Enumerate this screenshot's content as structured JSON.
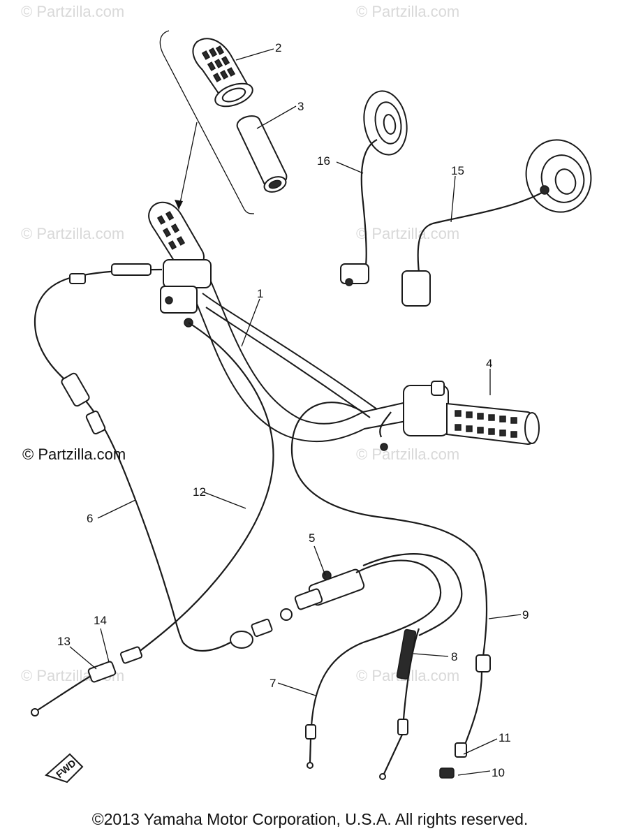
{
  "watermarks": [
    "© Partzilla.com",
    "© Partzilla.com",
    "© Partzilla.com",
    "© Partzilla.com",
    "© Partzilla.com",
    "© Partzilla.com",
    "© Partzilla.com"
  ],
  "copyright_main": "© Partzilla.com",
  "callouts": [
    "1",
    "2",
    "3",
    "4",
    "5",
    "6",
    "7",
    "8",
    "9",
    "10",
    "11",
    "12",
    "13",
    "14",
    "15",
    "16"
  ],
  "fwd_label": "FWD",
  "footer": "©2013  Yamaha Motor Corporation, U.S.A. All rights reserved.",
  "colors": {
    "line": "#1a1a1a",
    "watermark": "#d9d9d9",
    "background": "#ffffff"
  }
}
